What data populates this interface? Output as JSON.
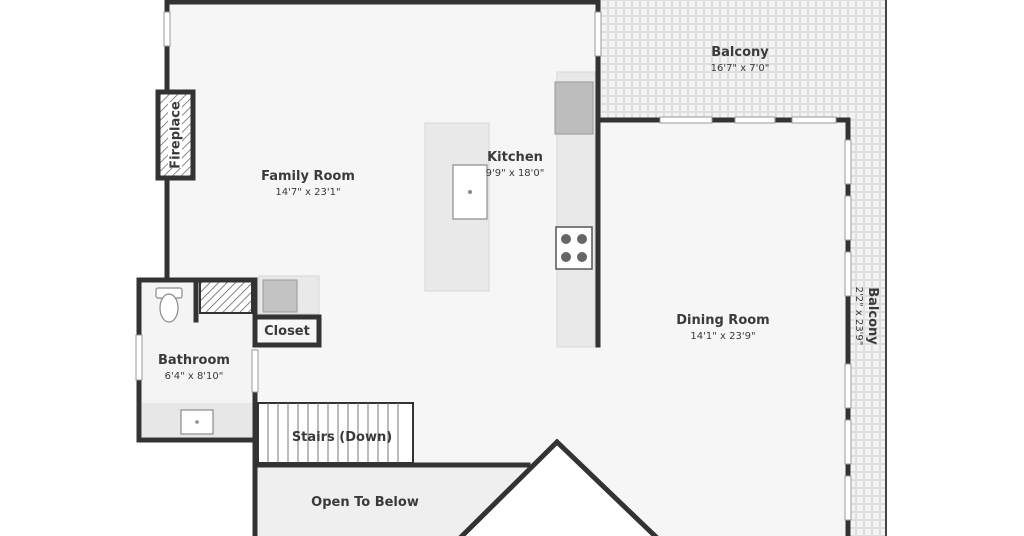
{
  "rooms": {
    "balcony_top": {
      "name": "Balcony",
      "dims": "16'7\" x 7'0\""
    },
    "family_room": {
      "name": "Family Room",
      "dims": "14'7\" x 23'1\""
    },
    "kitchen": {
      "name": "Kitchen",
      "dims": "9'9\" x 18'0\""
    },
    "dining_room": {
      "name": "Dining Room",
      "dims": "14'1\" x 23'9\""
    },
    "balcony_side": {
      "name": "Balcony",
      "dims": "2'2\" x 23'9\""
    },
    "bathroom": {
      "name": "Bathroom",
      "dims": "6'4\" x 8'10\""
    },
    "closet": {
      "name": "Closet"
    },
    "stairs": {
      "name": "Stairs (Down)"
    },
    "open_below": {
      "name": "Open To Below"
    },
    "fireplace": {
      "name": "Fireplace"
    }
  },
  "colors": {
    "wall": "#333333",
    "floor": "#f5f5f5",
    "balcony_tile": "#f0f0f0",
    "counter": "#e9e9e9"
  }
}
